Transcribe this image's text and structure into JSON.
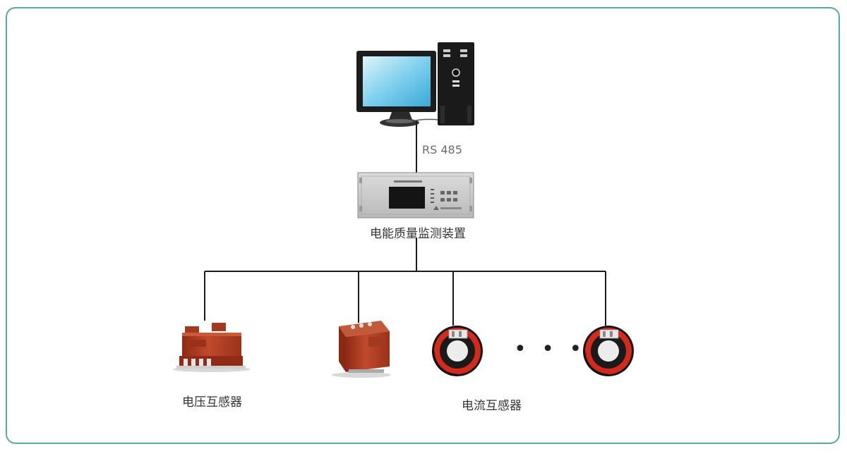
{
  "diagram": {
    "link_label": "RS 485",
    "monitor_device_label": "电能质量监测装置",
    "voltage_transformer_label": "电压互感器",
    "current_transformer_label": "电流互感器",
    "ellipsis": "• • •",
    "colors": {
      "frame": "#58a8a6",
      "line": "#1a1a1a",
      "transformer_body": "#b03a22",
      "ct_ring": "#d42a1c",
      "screen": "#49b9e0"
    }
  }
}
